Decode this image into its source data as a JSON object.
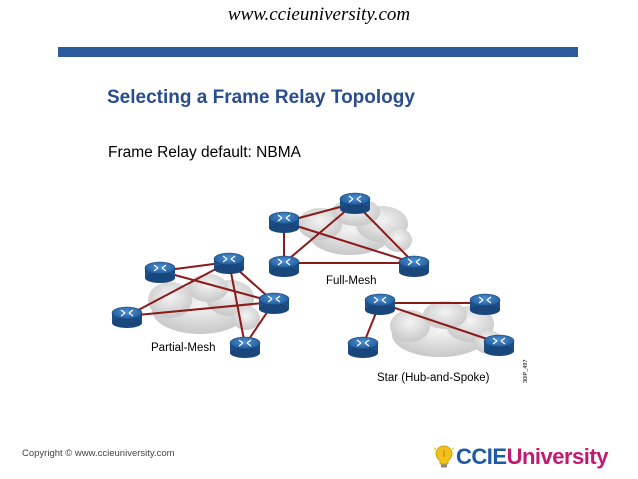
{
  "header": {
    "site_url": "www.ccieuniversity.com"
  },
  "slide": {
    "title": "Selecting a Frame Relay Topology",
    "subtitle": "Frame Relay default: NBMA"
  },
  "diagram": {
    "labels": {
      "full_mesh": "Full-Mesh",
      "partial_mesh": "Partial-Mesh",
      "star": "Star (Hub-and-Spoke)",
      "figure_code": "30IP_497"
    },
    "colors": {
      "link": "#8b1a1a",
      "router": "#2f72b9",
      "cloud": "#d9d9d9"
    }
  },
  "footer": {
    "copyright": "Copyright © www.ccieuniversity.com",
    "brand_part1": "CCIE",
    "brand_part2": "University"
  }
}
